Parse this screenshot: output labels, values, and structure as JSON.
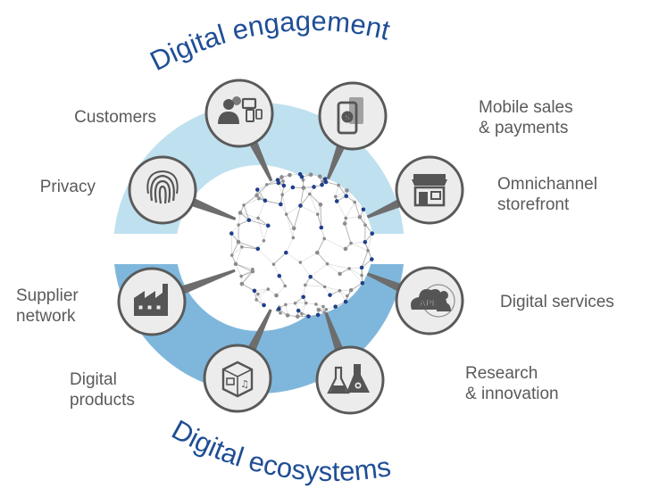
{
  "titles": {
    "top": "Digital engagement",
    "bottom": "Digital ecosystems"
  },
  "colors": {
    "ring_top": "#bfe0ef",
    "ring_bottom": "#7fb7dc",
    "title": "#1f4e96",
    "node_fill": "#ececec",
    "node_stroke": "#5a5a5a",
    "icon": "#555555",
    "connector": "#6d6d6d",
    "globe_line": "#9a9a9a",
    "globe_dot_blue": "#1f3f8a",
    "globe_dot_gray": "#8c8c8c",
    "label": "#5a5a5a"
  },
  "nodes": [
    {
      "id": "customers",
      "icon": "people-devices-icon",
      "label_lines": [
        "Customers"
      ]
    },
    {
      "id": "mobile",
      "icon": "mobile-payment-icon",
      "label_lines": [
        "Mobile sales",
        "& payments"
      ]
    },
    {
      "id": "privacy",
      "icon": "fingerprint-icon",
      "label_lines": [
        "Privacy"
      ]
    },
    {
      "id": "storefront",
      "icon": "storefront-icon",
      "label_lines": [
        "Omnichannel",
        "storefront"
      ]
    },
    {
      "id": "supplier",
      "icon": "factory-icon",
      "label_lines": [
        "Supplier",
        "network"
      ]
    },
    {
      "id": "services",
      "icon": "api-cloud-icon",
      "label_lines": [
        "Digital services"
      ]
    },
    {
      "id": "products",
      "icon": "media-box-icon",
      "label_lines": [
        "Digital",
        "products"
      ]
    },
    {
      "id": "research",
      "icon": "flask-gear-icon",
      "label_lines": [
        "Research",
        "& innovation"
      ]
    }
  ]
}
